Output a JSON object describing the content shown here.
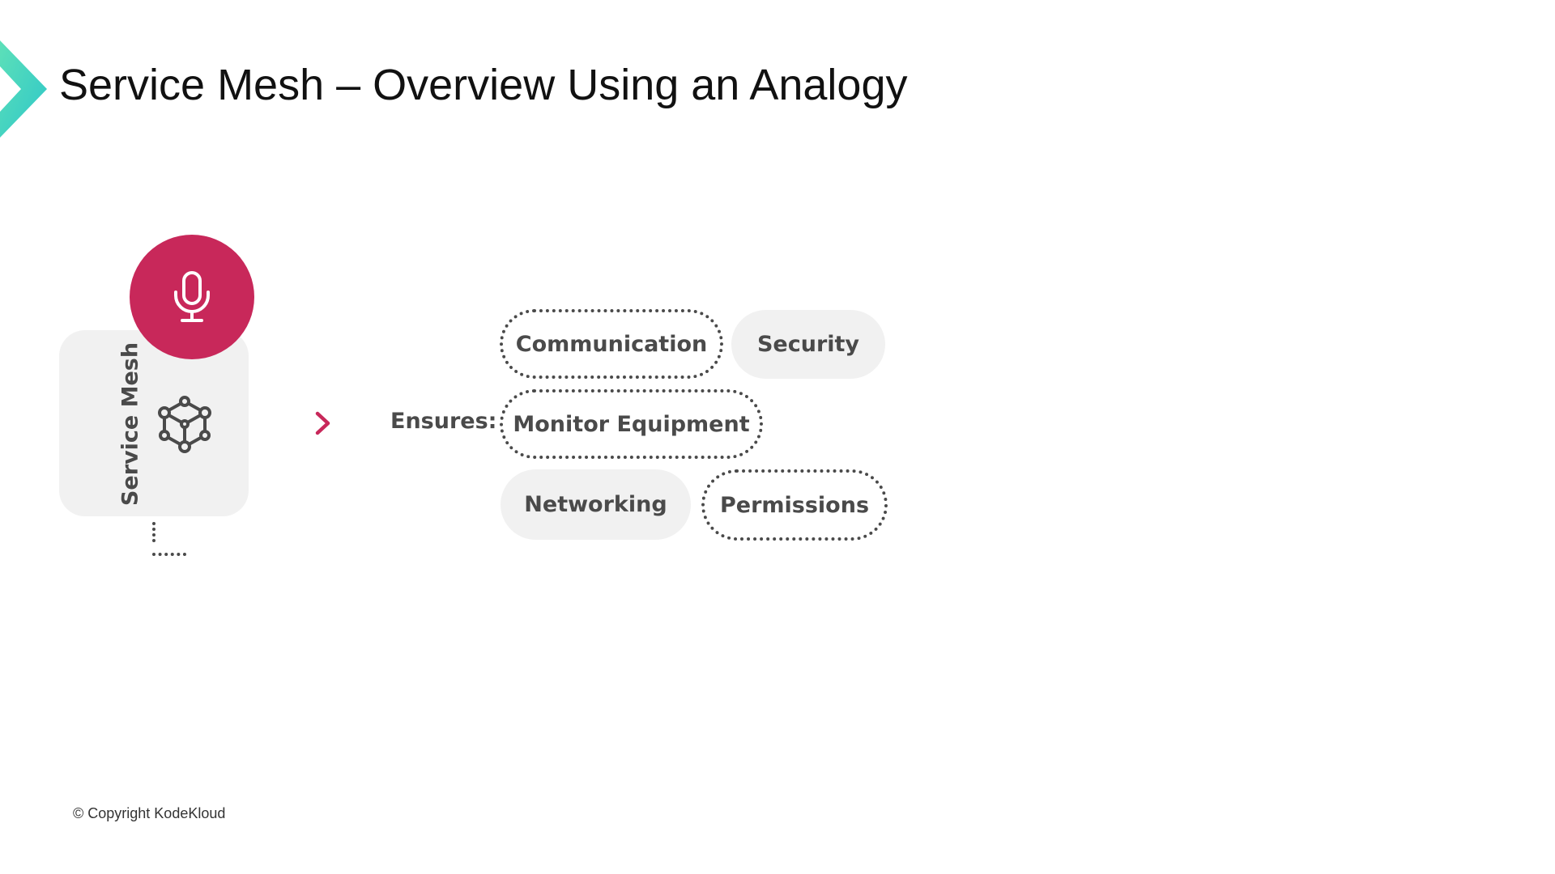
{
  "title": "Service Mesh – Overview Using an Analogy",
  "card": {
    "label": "Service Mesh"
  },
  "ensures_label": "Ensures:",
  "pills": [
    "Communication",
    "Security",
    "Monitor Equipment",
    "Networking",
    "Permissions"
  ],
  "footer": {
    "copyright": "© Copyright KodeKloud"
  },
  "colors": {
    "accent": "#c8285a",
    "card": "#f1f1f1",
    "text": "#4a4a4a"
  }
}
